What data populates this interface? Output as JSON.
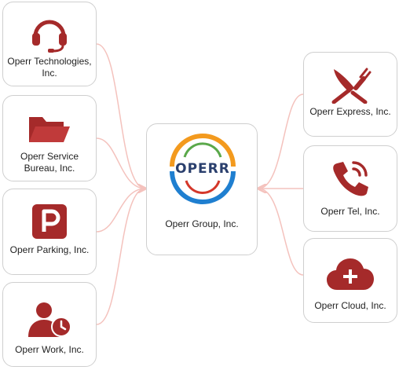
{
  "colors": {
    "icon": "#a52a2a",
    "connector": "#f4c2bd",
    "border": "#cfcfcf",
    "text": "#222222",
    "logo_orange": "#f39a1e",
    "logo_blue": "#1f7fd0"
  },
  "center": {
    "logo_text": "OPERR",
    "label": "Operr Group, Inc."
  },
  "left_nodes": [
    {
      "label": "Operr Technologies, Inc.",
      "icon": "headset-icon"
    },
    {
      "label": "Operr Service Bureau, Inc.",
      "icon": "folder-icon"
    },
    {
      "label": "Operr Parking, Inc.",
      "icon": "parking-icon"
    },
    {
      "label": "Operr Work, Inc.",
      "icon": "user-clock-icon"
    }
  ],
  "right_nodes": [
    {
      "label": "Operr Express, Inc.",
      "icon": "fork-knife-icon"
    },
    {
      "label": "Operr Tel, Inc.",
      "icon": "phone-call-icon"
    },
    {
      "label": "Operr Cloud, Inc.",
      "icon": "cloud-plus-icon"
    }
  ]
}
